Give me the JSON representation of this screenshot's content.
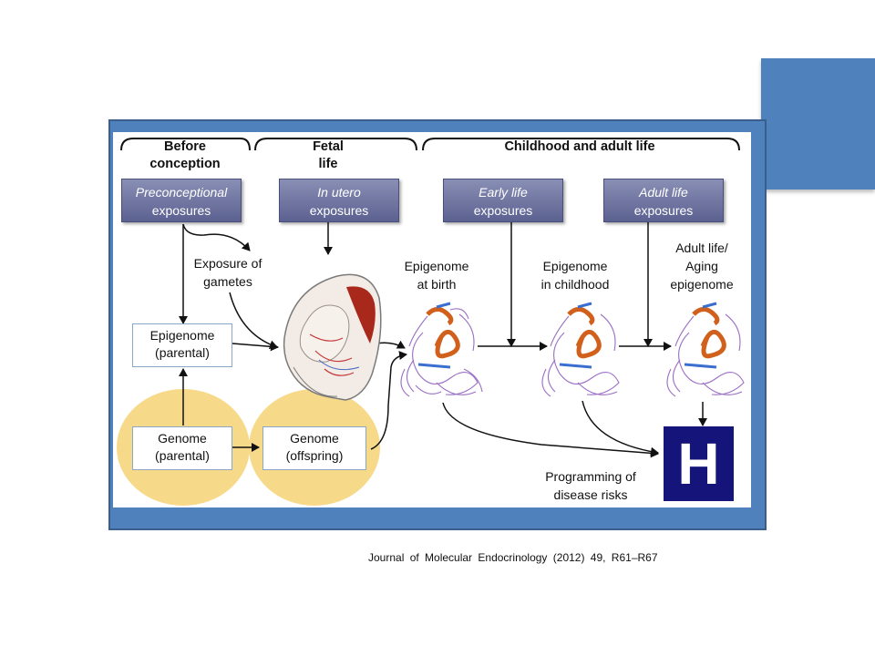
{
  "periods": {
    "before": {
      "line1": "Before",
      "line2": "conception"
    },
    "fetal": {
      "line1": "Fetal",
      "line2": "life"
    },
    "childhood": {
      "label": "Childhood and adult life"
    }
  },
  "exposures": {
    "preconceptional": {
      "line1": "Preconceptional",
      "line2": "exposures"
    },
    "in_utero": {
      "line1": "In utero",
      "line2": "exposures"
    },
    "early_life": {
      "line1": "Early life",
      "line2": "exposures"
    },
    "adult_life": {
      "line1": "Adult life",
      "line2": "exposures"
    }
  },
  "labels": {
    "exposure_gametes": {
      "line1": "Exposure of",
      "line2": "gametes"
    },
    "epigenome_birth": {
      "line1": "Epigenome",
      "line2": "at birth"
    },
    "epigenome_childhood": {
      "line1": "Epigenome",
      "line2": "in childhood"
    },
    "aging_epigenome": {
      "line1": "Adult life/",
      "line2": "Aging",
      "line3": "epigenome"
    },
    "programming": {
      "line1": "Programming of",
      "line2": "disease risks"
    }
  },
  "boxes": {
    "epigenome_parental": {
      "line1": "Epigenome",
      "line2": "(parental)"
    },
    "genome_parental": {
      "line1": "Genome",
      "line2": "(parental)"
    },
    "genome_offspring": {
      "line1": "Genome",
      "line2": "(offspring)"
    }
  },
  "hospital": {
    "letter": "H"
  },
  "citation": "Journal of Molecular Endocrinology (2012) 49, R61–R67",
  "colors": {
    "accent": "#4f81bd",
    "exposure_box": "#6b71a0",
    "genome_circle": "#f7d98a",
    "hospital": "#14147a",
    "protein_helix": "#d0601c",
    "protein_coil": "#9b6fc4"
  }
}
